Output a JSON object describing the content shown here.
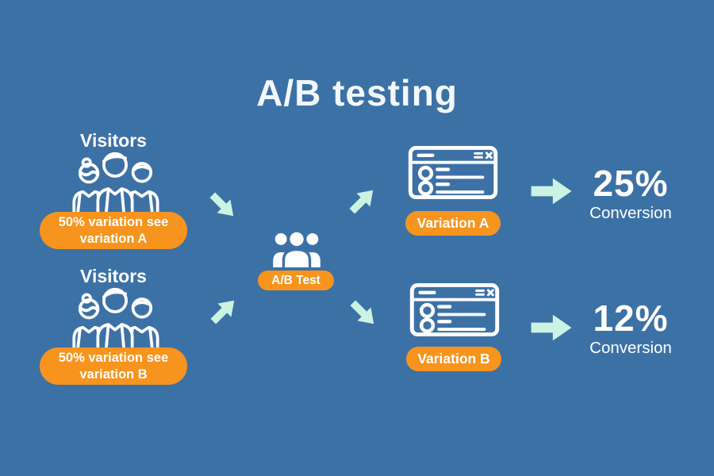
{
  "title": "A/B testing",
  "colors": {
    "background": "#3C71A6",
    "orange": "#F7941E",
    "mint": "#CBF3E2",
    "white": "#FFFFFF"
  },
  "audience": {
    "top": {
      "label": "Visitors",
      "pill_line1": "50% variation see",
      "pill_line2": "variation A"
    },
    "bottom": {
      "label": "Visitors",
      "pill_line1": "50% variation see",
      "pill_line2": "variation B"
    }
  },
  "center": {
    "pill_label": "A/B Test"
  },
  "variations": {
    "a": {
      "pill_label": "Variation A",
      "rate": "25%",
      "caption": "Conversion"
    },
    "b": {
      "pill_label": "Variation B",
      "rate": "12%",
      "caption": "Conversion"
    }
  },
  "icons": {
    "audience": "people-group-outline-icon",
    "test": "people-group-filled-icon",
    "variation": "browser-window-icon",
    "flow": "block-arrow-icon"
  }
}
